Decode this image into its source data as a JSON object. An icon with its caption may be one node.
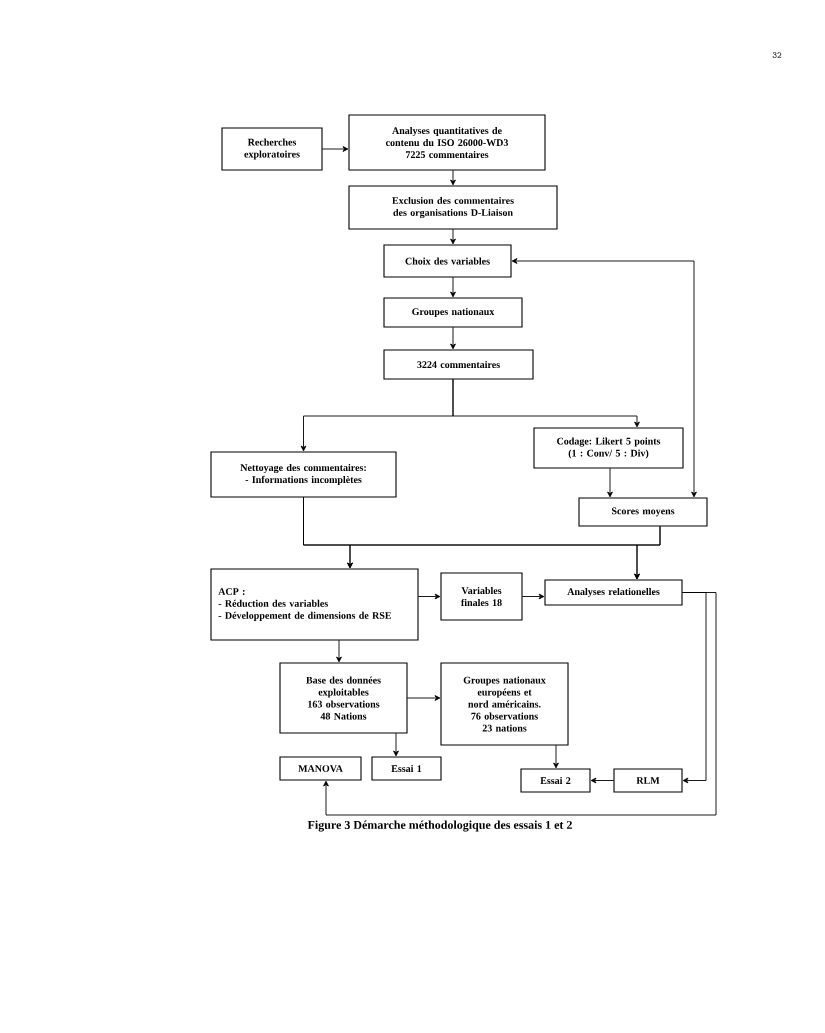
{
  "diagram": {
    "caption": "Figure 3  Démarche méthodologique des essais 1 et 2",
    "nodes": [
      {
        "text": [
          "Recherches exploratoires"
        ]
      },
      {
        "text": [
          "Analyses quantitatives de contenu du ISO 26000-WD3",
          "7225 commentaires"
        ]
      },
      {
        "text": [
          "Exclusion des commentaires des organisations D-Liaison"
        ]
      },
      {
        "text": [
          "Choix des variables"
        ]
      },
      {
        "text": [
          "Groupes nationaux"
        ]
      },
      {
        "text": [
          "3224 commentaires"
        ]
      },
      {
        "text": [
          "Nettoyage des commentaires:",
          "- Informations incomplètes"
        ]
      },
      {
        "text": [
          "Codage: Likert 5 points",
          "(1 : Conv/ 5 : Div)"
        ]
      },
      {
        "text": [
          "Scores moyens"
        ]
      },
      {
        "text": [
          "ACP :",
          "- Réduction des variables",
          "- Développement de dimensions de RSE"
        ]
      },
      {
        "text": [
          "Variables finales 18"
        ]
      },
      {
        "text": [
          "Analyses relationelles"
        ]
      },
      {
        "text": [
          "Base des données exploitables",
          "163 observations",
          "48 Nations"
        ]
      },
      {
        "text": [
          "Groupes nationaux européens et nord américains.",
          "76 observations",
          "23 nations"
        ]
      },
      {
        "text": [
          "MANOVA"
        ]
      },
      {
        "text": [
          "Essai 1"
        ]
      },
      {
        "text": [
          "Essai 2"
        ]
      },
      {
        "text": [
          "RLM"
        ]
      }
    ],
    "edges": [
      {
        "from": 0,
        "to": 1,
        "arrow": "to"
      },
      {
        "from": 1,
        "to": 2,
        "arrow": "to"
      },
      {
        "from": 2,
        "to": 3,
        "arrow": "to"
      },
      {
        "from": 3,
        "to": 4,
        "arrow": "to"
      },
      {
        "from": 4,
        "to": 5,
        "arrow": "to"
      },
      {
        "from": 5,
        "to": 6,
        "arrow": "to"
      },
      {
        "from": 5,
        "to": 7,
        "arrow": "to"
      },
      {
        "from": 3,
        "to": 8,
        "arrow": "both"
      },
      {
        "from": 7,
        "to": 8,
        "arrow": "to"
      },
      {
        "from": 6,
        "to": 9,
        "arrow": "to"
      },
      {
        "from": 6,
        "to": 11,
        "arrow": "to"
      },
      {
        "from": 8,
        "to": 9,
        "arrow": "to"
      },
      {
        "from": 8,
        "to": 11,
        "arrow": "to"
      },
      {
        "from": 9,
        "to": 10,
        "arrow": "to"
      },
      {
        "from": 10,
        "to": 11,
        "arrow": "to"
      },
      {
        "from": 9,
        "to": 12,
        "arrow": "to"
      },
      {
        "from": 12,
        "to": 13,
        "arrow": "to"
      },
      {
        "from": 12,
        "to": 15,
        "arrow": "to"
      },
      {
        "from": 13,
        "to": 16,
        "arrow": "to"
      },
      {
        "from": 17,
        "to": 16,
        "arrow": "to"
      },
      {
        "from": 11,
        "to": 17,
        "arrow": "to"
      },
      {
        "from": 11,
        "to": 14,
        "arrow": "to"
      }
    ],
    "labels": [
      "32"
    ]
  }
}
